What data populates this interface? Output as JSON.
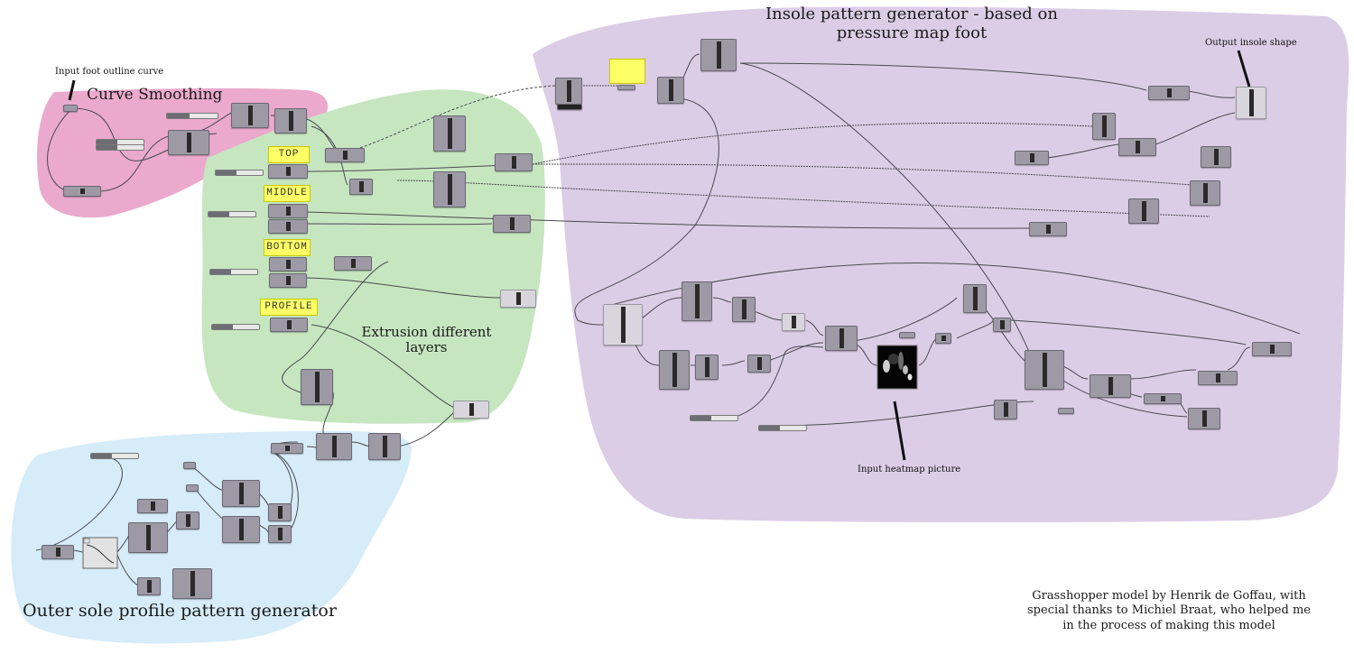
{
  "groups": [
    {
      "id": "curve-smoothing",
      "title": "Curve Smoothing",
      "color": "#eaa9cd"
    },
    {
      "id": "extrusion",
      "title": "Extrusion different layers",
      "title_lines": [
        "Extrusion different",
        "layers"
      ],
      "color": "#c6e6c0"
    },
    {
      "id": "outer-sole",
      "title": "Outer sole profile pattern generator",
      "color": "#d6ecf8"
    },
    {
      "id": "insole",
      "title": "Insole pattern generator - based on pressure map foot",
      "title_lines": [
        "Insole pattern generator - based on",
        "pressure map foot"
      ],
      "color": "#dccde6"
    }
  ],
  "panels": [
    {
      "id": "top",
      "label": "TOP"
    },
    {
      "id": "middle",
      "label": "MIDDLE"
    },
    {
      "id": "bottom",
      "label": "BOTTOM"
    },
    {
      "id": "profile",
      "label": "PROFILE"
    }
  ],
  "annotations": {
    "input_curve": "Input foot outline curve",
    "output_insole": "Output insole shape",
    "input_heatmap": "Input heatmap picture"
  },
  "credit_lines": [
    "Grasshopper model by Henrik de Goffau, with",
    "special thanks to Michiel Braat, who helped me",
    "in the process of making this model"
  ],
  "colors": {
    "wire": "#4a4a52",
    "node": "#9d9aa6",
    "panel": "#ffff66",
    "heatmap_bg": "#000000"
  }
}
